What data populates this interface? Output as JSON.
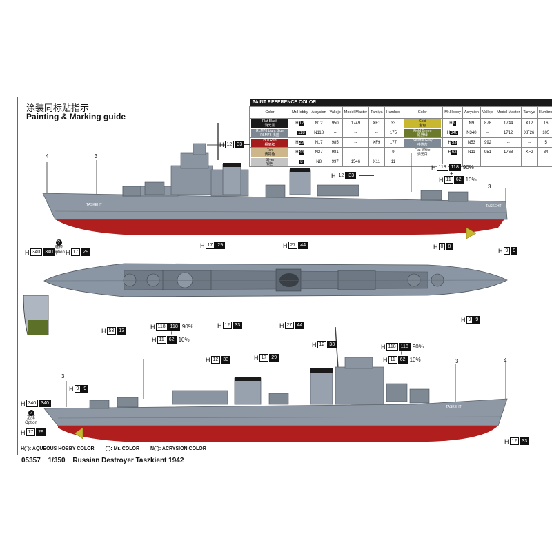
{
  "header": {
    "title_cn": "涂装同标贴指示",
    "title_en": "Painting & Marking guide"
  },
  "paint_table": {
    "heading": "PAINT REFERENCE COLOR",
    "columns": [
      "Color",
      "Mr.Hobby",
      "Acrysion",
      "Vallejo",
      "Model Master",
      "Tamiya",
      "Humbrol"
    ],
    "left_rows": [
      {
        "color": "Flat Black",
        "color_cn": "消光黑",
        "hobby": "12",
        "acry": "12",
        "vallejo": "950",
        "mm": "1749",
        "tamiya": "XF1",
        "humbrol": "33"
      },
      {
        "color": "RLM78 Light Blue",
        "color_cn": "RLM78 浅蓝",
        "hobby": "118",
        "acry": "118",
        "vallejo": "--",
        "mm": "--",
        "tamiya": "--",
        "humbrol": "175"
      },
      {
        "color": "Hull Red",
        "color_cn": "船底红",
        "hobby": "29",
        "acry": "17",
        "vallejo": "985",
        "mm": "--",
        "tamiya": "XF9",
        "humbrol": "177"
      },
      {
        "color": "Tan",
        "color_cn": "黄褐色",
        "hobby": "44",
        "acry": "27",
        "vallejo": "981",
        "mm": "--",
        "tamiya": "--",
        "humbrol": "9"
      },
      {
        "color": "Silver",
        "color_cn": "银色",
        "hobby": "8",
        "acry": "8",
        "vallejo": "997",
        "mm": "1546",
        "tamiya": "X11",
        "humbrol": "11"
      }
    ],
    "right_rows": [
      {
        "color": "Gold",
        "color_cn": "金色",
        "hobby": "9",
        "acry": "9",
        "vallejo": "878",
        "mm": "1744",
        "tamiya": "X12",
        "humbrol": "16"
      },
      {
        "color": "Field Green",
        "color_cn": "原野绿",
        "hobby": "340",
        "acry": "340",
        "vallejo": "--",
        "mm": "1712",
        "tamiya": "XF26",
        "humbrol": "105"
      },
      {
        "color": "Neutral Gray",
        "color_cn": "中性灰",
        "hobby": "53",
        "acry": "53",
        "vallejo": "992",
        "mm": "--",
        "tamiya": "--",
        "humbrol": "5"
      },
      {
        "color": "Flat White",
        "color_cn": "消光白",
        "hobby": "62",
        "acry": "11",
        "vallejo": "951",
        "mm": "1768",
        "tamiya": "XF2",
        "humbrol": "34"
      }
    ],
    "swatch_colors": [
      "#1b1b1b",
      "#7d8792",
      "#a51c1c",
      "#cdb78a",
      "#c4c4c4",
      "#c8b830",
      "#6a7a2a",
      "#7e8a96",
      "#ffffff"
    ]
  },
  "callouts": {
    "h12_33_a": {
      "letter": "H",
      "a": "12",
      "b": "33"
    },
    "h12_33_b": {
      "letter": "H",
      "a": "12",
      "b": "33"
    },
    "h118_mix_a": {
      "letter": "H",
      "a": "118",
      "b": "118",
      "pct": "90%"
    },
    "h11_62_a": {
      "letter": "H",
      "a": "11",
      "b": "62",
      "pct": "10%"
    },
    "h340_a": {
      "letter": "H",
      "a": "340",
      "b": "340"
    },
    "h17_29_a": {
      "letter": "H",
      "a": "17",
      "b": "29"
    },
    "h17_29_b": {
      "letter": "H",
      "a": "17",
      "b": "29"
    },
    "h27_44_a": {
      "letter": "H",
      "a": "27",
      "b": "44"
    },
    "h8_8": {
      "letter": "H",
      "a": "8",
      "b": "8"
    },
    "h9_9_a": {
      "letter": "H",
      "a": "9",
      "b": "9"
    },
    "h53_13": {
      "letter": "H",
      "a": "53",
      "b": "13"
    },
    "h118_mix_b": {
      "letter": "H",
      "a": "118",
      "b": "118",
      "pct": "90%"
    },
    "h11_62_b": {
      "letter": "H",
      "a": "11",
      "b": "62",
      "pct": "10%"
    },
    "h12_33_c": {
      "letter": "H",
      "a": "12",
      "b": "33"
    },
    "h27_44_b": {
      "letter": "H",
      "a": "27",
      "b": "44"
    },
    "h9_9_b": {
      "letter": "H",
      "a": "9",
      "b": "9"
    },
    "h12_33_d": {
      "letter": "H",
      "a": "12",
      "b": "33"
    },
    "h118_mix_c": {
      "letter": "H",
      "a": "118",
      "b": "118",
      "pct": "90%"
    },
    "h11_62_c": {
      "letter": "H",
      "a": "11",
      "b": "62",
      "pct": "10%"
    },
    "h12_33_e": {
      "letter": "H",
      "a": "12",
      "b": "33"
    },
    "h17_29_c": {
      "letter": "H",
      "a": "17",
      "b": "29"
    },
    "h9_9_c": {
      "letter": "H",
      "a": "9",
      "b": "9"
    },
    "h340_b": {
      "letter": "H",
      "a": "340",
      "b": "340"
    },
    "h17_29_d": {
      "letter": "H",
      "a": "17",
      "b": "29"
    },
    "h12_33_f": {
      "letter": "H",
      "a": "12",
      "b": "33"
    }
  },
  "plus_sign": "+",
  "marks": {
    "four": "4",
    "three": "3"
  },
  "option": {
    "icon": "?",
    "cn": "选择",
    "en": "Option"
  },
  "ship_name": "TASKEHT",
  "legend": {
    "aqueous": "H◯: AQUEOUS HOBBY COLOR",
    "mr": "◯: Mr. COLOR",
    "acry": "N◯: ACRYSION COLOR"
  },
  "footer": {
    "code": "05357",
    "scale": "1/350",
    "title": "Russian Destroyer Taszkient 1942"
  }
}
